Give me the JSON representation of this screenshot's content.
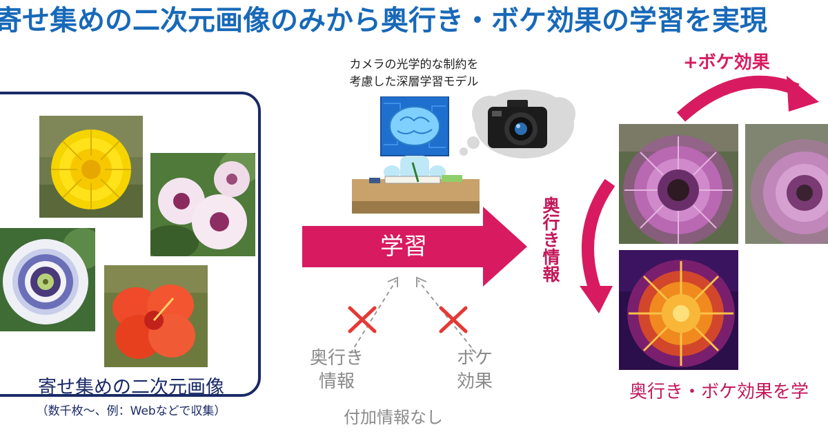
{
  "title": "寄せ集めの二次元画像のみから奥行き・ボケ効果の学習を実現",
  "left_panel": {
    "caption": "寄せ集めの二次元画像",
    "subcaption": "（数千枚〜、例：Webなどで収集）",
    "photos": [
      "dandelion-photo",
      "morning-glory-photo",
      "passion-flower-photo",
      "hibiscus-photo"
    ]
  },
  "model": {
    "caption_line1": "カメラの光学的な制約を",
    "caption_line2": "考慮した深層学習モデル"
  },
  "learn_arrow_label": "学習",
  "excluded_info": {
    "depth_line1": "奥行き",
    "depth_line2": "情報",
    "bokeh_line1": "ボケ",
    "bokeh_line2": "効果",
    "none_label": "付加情報なし"
  },
  "right_panel": {
    "bokeh_label": "+ボケ効果",
    "depth_label": "奥行き情報",
    "result_label": "奥行き・ボケ効果を学"
  },
  "colors": {
    "title": "#1869b8",
    "accent": "#d81b60",
    "panel_border": "#1a2a66",
    "muted": "#8a8a8a",
    "cross": "#e53935"
  },
  "icons": [
    "brain-icon",
    "camera-icon",
    "thought-bubble-icon",
    "cross-icon",
    "dashed-arrow-icon"
  ]
}
